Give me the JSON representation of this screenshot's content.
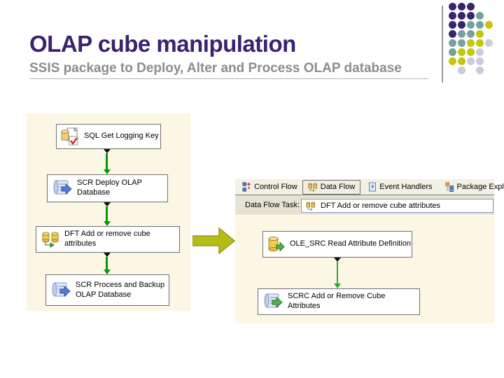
{
  "slide": {
    "title": "OLAP cube manipulation",
    "subtitle": "SSIS package to Deploy, Alter and Process OLAP database",
    "colors": {
      "title_purple": "#3B2171",
      "subtitle_gray": "#8C8C8C",
      "panel_cream": "#FCF7E4",
      "flow_green": "#009C00",
      "transition_arrow": "#B5BB17"
    }
  },
  "decoration": {
    "dot_colors": {
      "purple": "#3A2470",
      "teal": "#76A1A4",
      "yellow": "#C5C50A",
      "lavender": "#CBCBE0"
    },
    "dot_rows": [
      [
        "purple",
        "purple",
        "purple",
        null,
        null
      ],
      [
        "purple",
        "purple",
        "purple",
        "teal",
        null
      ],
      [
        "purple",
        "purple",
        "teal",
        "teal",
        "yellow"
      ],
      [
        "purple",
        "teal",
        "teal",
        "yellow",
        null
      ],
      [
        "teal",
        "teal",
        "yellow",
        "yellow",
        "lavender"
      ],
      [
        "teal",
        "yellow",
        "yellow",
        "lavender",
        null
      ],
      [
        "yellow",
        "yellow",
        "lavender",
        "lavender",
        null
      ],
      [
        null,
        "lavender",
        null,
        "lavender",
        null
      ]
    ]
  },
  "control_flow": {
    "tasks": [
      {
        "label": "SQL Get Logging Key",
        "icon": "sql-task-icon"
      },
      {
        "label": "SCR Deploy OLAP Database",
        "icon": "script-task-icon"
      },
      {
        "label": "DFT Add or remove cube attributes",
        "icon": "data-flow-task-icon"
      },
      {
        "label": "SCR Process and Backup OLAP Database",
        "icon": "script-task-icon"
      }
    ]
  },
  "designer": {
    "tabs": [
      {
        "label": "Control Flow",
        "selected": false,
        "icon": "control-flow-icon"
      },
      {
        "label": "Data Flow",
        "selected": true,
        "icon": "data-flow-icon"
      },
      {
        "label": "Event Handlers",
        "selected": false,
        "icon": "event-handlers-icon"
      },
      {
        "label": "Package Explorer",
        "selected": false,
        "icon": "package-explorer-icon"
      }
    ],
    "task_selector": {
      "label": "Data Flow Task:",
      "value": "DFT Add or remove cube attributes",
      "icon": "data-flow-task-icon"
    },
    "data_flow_tasks": [
      {
        "label": "OLE_SRC Read Attribute Definition",
        "icon": "oledb-source-icon"
      },
      {
        "label": "SCRC Add or Remove Cube Attributes",
        "icon": "script-component-icon"
      }
    ]
  }
}
